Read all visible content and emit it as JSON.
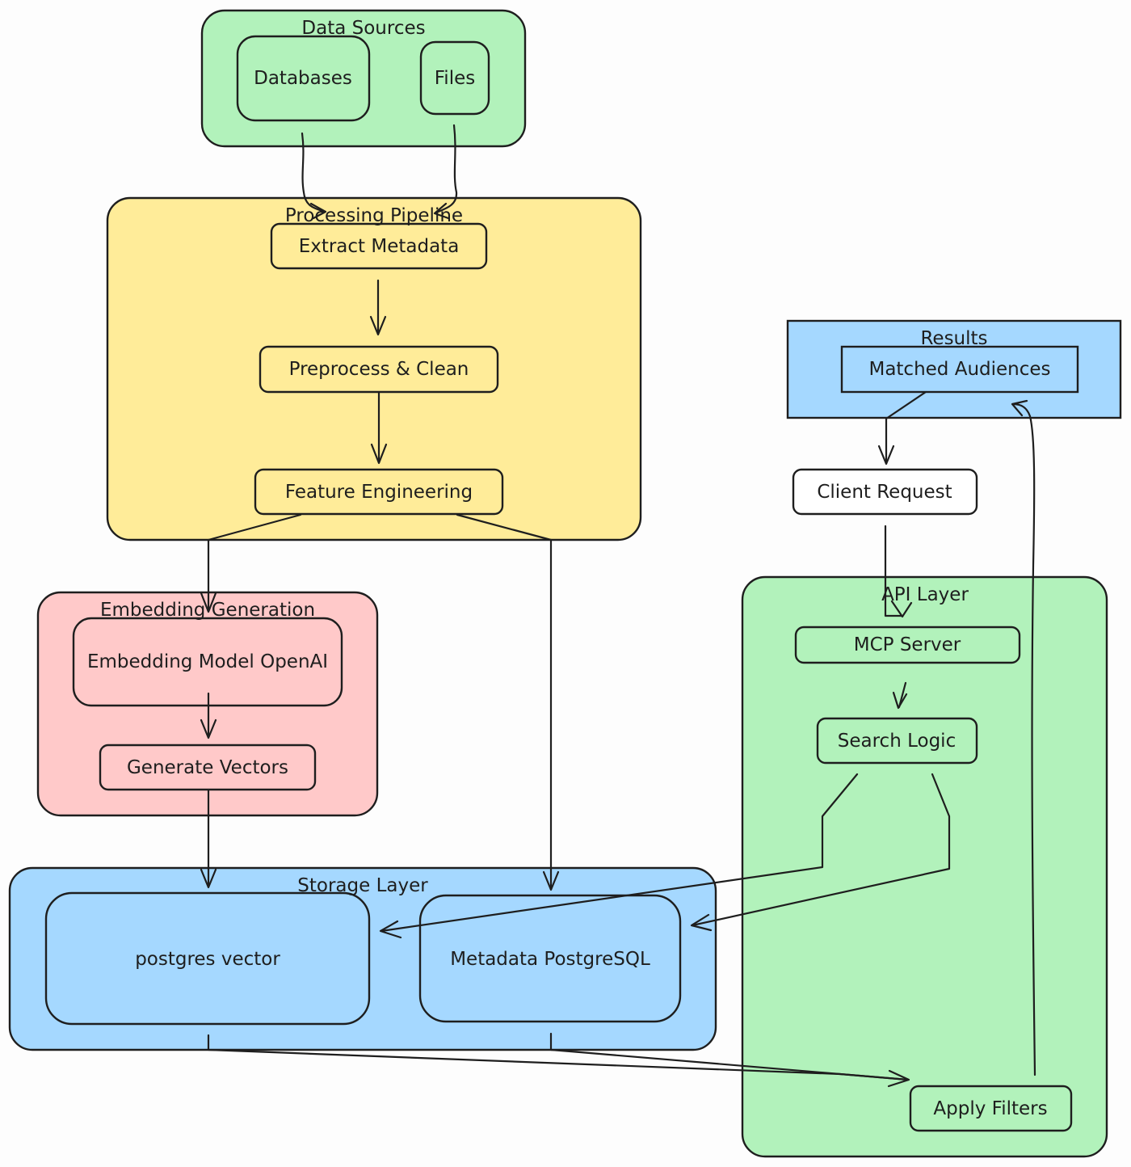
{
  "colors": {
    "green": "#b2f2bb",
    "yellow": "#ffec99",
    "red": "#ffc9c9",
    "blue": "#a5d8ff",
    "white": "#ffffff",
    "stroke": "#1e1e1e"
  },
  "groups": {
    "data_sources": "Data Sources",
    "processing_pipeline": "Processing Pipeline",
    "embedding_generation": "Embedding Generation",
    "storage_layer": "Storage Layer",
    "results": "Results",
    "api_layer": "API Layer"
  },
  "nodes": {
    "databases": "Databases",
    "files": "Files",
    "extract_metadata": "Extract Metadata",
    "preprocess_clean": "Preprocess & Clean",
    "feature_engineering": "Feature Engineering",
    "embedding_model": "Embedding Model OpenAI",
    "generate_vectors": "Generate Vectors",
    "postgres_vector": "postgres vector",
    "metadata_postgresql": "Metadata PostgreSQL",
    "matched_audiences": "Matched Audiences",
    "client_request": "Client Request",
    "mcp_server": "MCP Server",
    "search_logic": "Search Logic",
    "apply_filters": "Apply Filters"
  },
  "edges": [
    {
      "from": "Databases",
      "to": "Extract Metadata"
    },
    {
      "from": "Files",
      "to": "Extract Metadata"
    },
    {
      "from": "Extract Metadata",
      "to": "Preprocess & Clean"
    },
    {
      "from": "Preprocess & Clean",
      "to": "Feature Engineering"
    },
    {
      "from": "Feature Engineering",
      "to": "Embedding Model OpenAI"
    },
    {
      "from": "Feature Engineering",
      "to": "Metadata PostgreSQL"
    },
    {
      "from": "Embedding Model OpenAI",
      "to": "Generate Vectors"
    },
    {
      "from": "Generate Vectors",
      "to": "postgres vector"
    },
    {
      "from": "Matched Audiences",
      "to": "Client Request"
    },
    {
      "from": "Client Request",
      "to": "MCP Server"
    },
    {
      "from": "MCP Server",
      "to": "Search Logic"
    },
    {
      "from": "Search Logic",
      "to": "postgres vector"
    },
    {
      "from": "Search Logic",
      "to": "Metadata PostgreSQL"
    },
    {
      "from": "postgres vector",
      "to": "Apply Filters"
    },
    {
      "from": "Metadata PostgreSQL",
      "to": "Apply Filters"
    },
    {
      "from": "Apply Filters",
      "to": "Matched Audiences"
    }
  ]
}
